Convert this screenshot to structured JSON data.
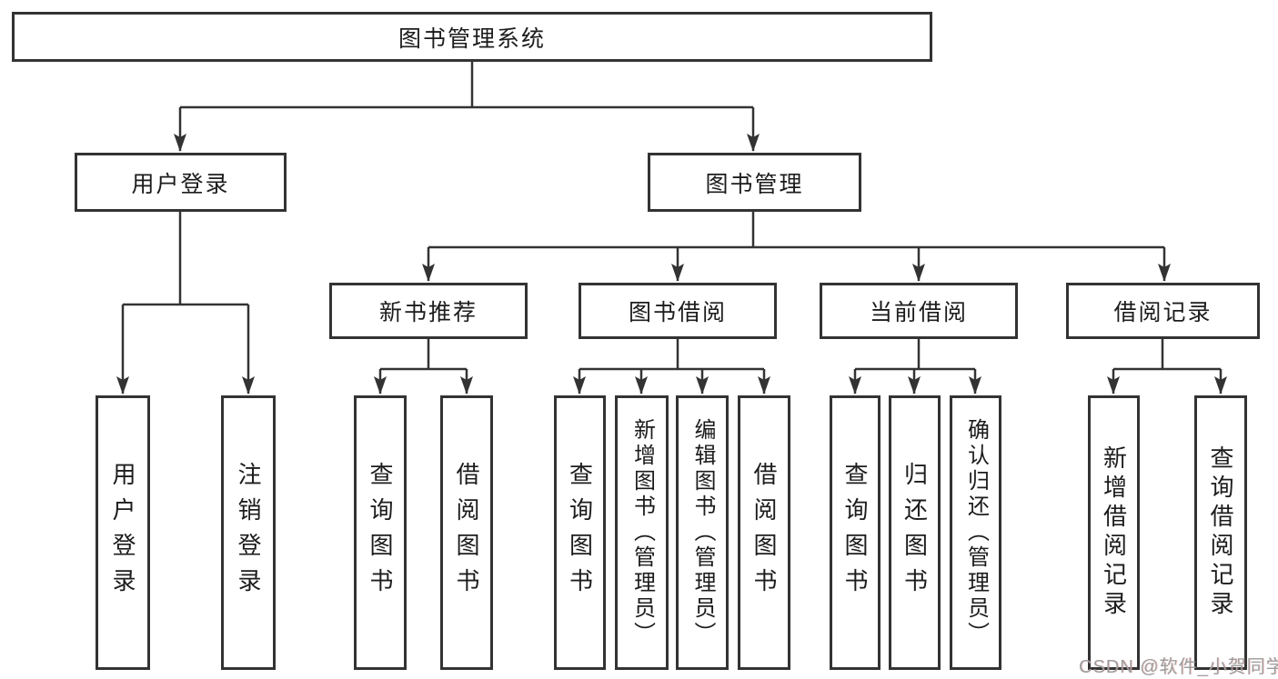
{
  "diagram": {
    "type": "hierarchy-tree",
    "title": "图书管理系统",
    "colors": {
      "line": "#333333",
      "box_border": "#333333",
      "box_fill": "#ffffff",
      "text": "#1c1c1c",
      "watermark": "#9e9e9e",
      "background": "#ffffff"
    },
    "hierarchy": {
      "图书管理系统": {
        "用户登录": [
          "用户登录",
          "注销登录"
        ],
        "图书管理": {
          "新书推荐": [
            "查询图书",
            "借阅图书"
          ],
          "图书借阅": [
            "查询图书",
            "新增图书（管理员）",
            "编辑图书（管理员）",
            "借阅图书"
          ],
          "当前借阅": [
            "查询图书",
            "归还图书",
            "确认归还（管理员）"
          ],
          "借阅记录": [
            "新增借阅记录",
            "查询借阅记录"
          ]
        }
      }
    }
  },
  "nodes": {
    "root": {
      "label": "图书管理系统"
    },
    "user_login": {
      "label": "用户登录"
    },
    "book_mgmt": {
      "label": "图书管理"
    },
    "new_book_rec": {
      "label": "新书推荐"
    },
    "book_borrow": {
      "label": "图书借阅"
    },
    "current_borrow": {
      "label": "当前借阅"
    },
    "borrow_record": {
      "label": "借阅记录"
    },
    "leaf_user_login": {
      "label": "用户登录"
    },
    "leaf_logout": {
      "label": "注销登录"
    },
    "leaf_rec_query": {
      "label": "查询图书"
    },
    "leaf_rec_borrow": {
      "label": "借阅图书"
    },
    "leaf_bb_query": {
      "label": "查询图书"
    },
    "leaf_bb_add": {
      "label": "新增图书（管理员）"
    },
    "leaf_bb_edit": {
      "label": "编辑图书（管理员）"
    },
    "leaf_bb_borrow": {
      "label": "借阅图书"
    },
    "leaf_cb_query": {
      "label": "查询图书"
    },
    "leaf_cb_return": {
      "label": "归还图书"
    },
    "leaf_cb_confirm": {
      "label": "确认归还（管理员）"
    },
    "leaf_br_add": {
      "label": "新增借阅记录"
    },
    "leaf_br_query": {
      "label": "查询借阅记录"
    }
  },
  "watermark": {
    "text": "CSDN @软件_小贺同学"
  }
}
